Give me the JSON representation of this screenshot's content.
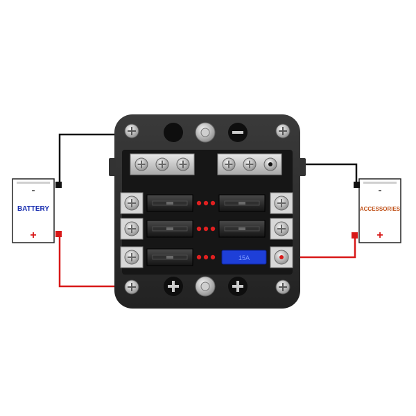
{
  "battery": {
    "label": "BATTERY",
    "neg_symbol": "-",
    "pos_symbol": "+",
    "label_color": "#1a2fb0"
  },
  "accessories": {
    "label": "ACCESSORIES",
    "neg_symbol": "-",
    "pos_symbol": "+",
    "label_color": "#c0521a"
  },
  "fuse_block": {
    "spare_fuse_label": "15A",
    "spare_fuse_color": "#1e3fd8",
    "led_color": "#e02020",
    "body_color": "#2b2b2b"
  },
  "wires": {
    "negative_color": "#111111",
    "positive_color": "#d81818"
  }
}
